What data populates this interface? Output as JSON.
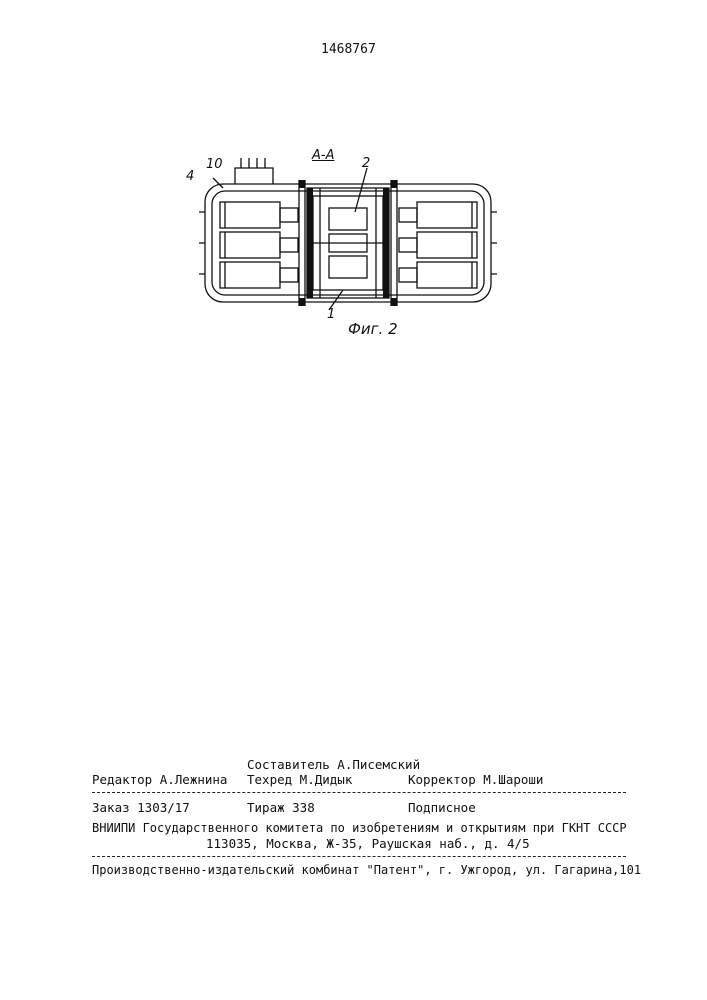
{
  "header": {
    "patent_number": "1468767"
  },
  "figure": {
    "section_label": "А-А",
    "caption": "Фиг. 2",
    "callouts": [
      "10",
      "4",
      "2",
      "1"
    ]
  },
  "colophon": {
    "compiler": "Составитель А.Писемский",
    "editor": "Редактор А.Лежнина",
    "techred": "Техред М.Дидык",
    "corrector": "Корректор М.Шароши",
    "order": "Заказ 1303/17",
    "circulation": "Тираж 338",
    "subscription": "Подписное",
    "org_line": "ВНИИПИ Государственного комитета по изобретениям и открытиям при ГКНТ СССР",
    "address_line": "113035, Москва, Ж-35, Раушская наб., д. 4/5",
    "publisher_line": "Производственно-издательский комбинат \"Патент\", г. Ужгород, ул. Гагарина,101"
  }
}
